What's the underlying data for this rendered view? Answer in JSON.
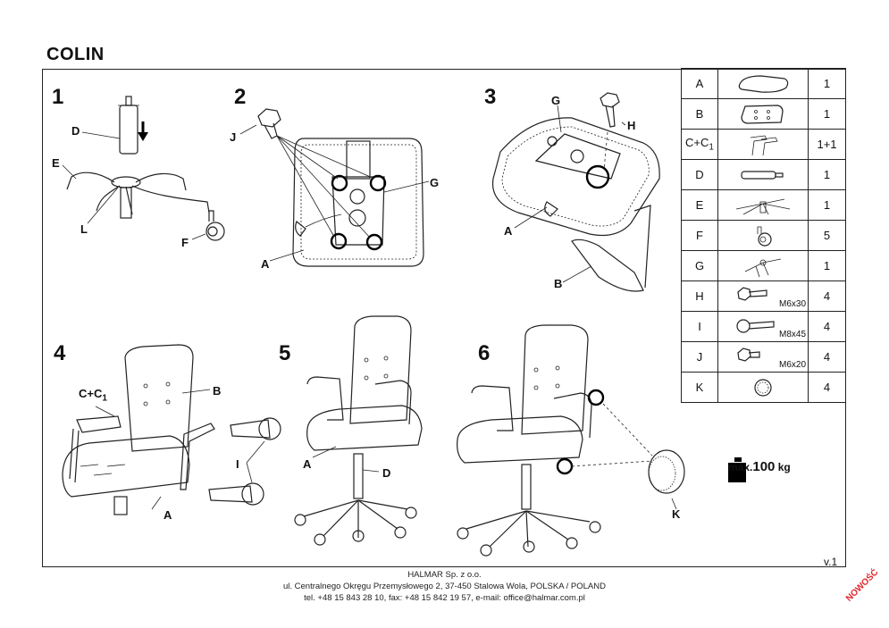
{
  "title": "COLIN",
  "steps": [
    "1",
    "2",
    "3",
    "4",
    "5",
    "6"
  ],
  "labels": {
    "s1": [
      "D",
      "E",
      "L",
      "F"
    ],
    "s2": [
      "J",
      "G",
      "A"
    ],
    "s3": [
      "G",
      "H",
      "A",
      "B"
    ],
    "s4": [
      "C+C",
      "1",
      "B",
      "I",
      "A"
    ],
    "s5": [
      "A",
      "D"
    ],
    "s6": [
      "K"
    ]
  },
  "parts": [
    {
      "code": "A",
      "qty": "1",
      "icon": "seat-icon"
    },
    {
      "code": "B",
      "qty": "1",
      "icon": "backrest-icon"
    },
    {
      "code": "C+C",
      "sub": "1",
      "qty": "1+1",
      "icon": "armrest-icon"
    },
    {
      "code": "D",
      "qty": "1",
      "icon": "gas-lift-icon"
    },
    {
      "code": "E",
      "qty": "1",
      "icon": "base-icon"
    },
    {
      "code": "F",
      "qty": "5",
      "icon": "caster-icon"
    },
    {
      "code": "G",
      "qty": "1",
      "icon": "mechanism-icon"
    },
    {
      "code": "H",
      "qty": "4",
      "size": "M6x30",
      "icon": "bolt-icon"
    },
    {
      "code": "I",
      "qty": "4",
      "size": "M8x45",
      "icon": "bolt-icon"
    },
    {
      "code": "J",
      "qty": "4",
      "size": "M6x20",
      "icon": "bolt-icon"
    },
    {
      "code": "K",
      "qty": "4",
      "icon": "cap-icon"
    }
  ],
  "max_load": {
    "prefix": "max.",
    "value": "100",
    "unit": "kg"
  },
  "version": "v.1",
  "footer": [
    "HALMAR Sp. z o.o.",
    "ul. Centralnego Okręgu Przemysłowego 2, 37-450 Stalowa Wola, POLSKA / POLAND",
    "tel. +48 15 843 28 10, fax: +48 15 842 19 57, e-mail: office@halmar.com.pl"
  ],
  "stamp": "NOWOŚĆ"
}
